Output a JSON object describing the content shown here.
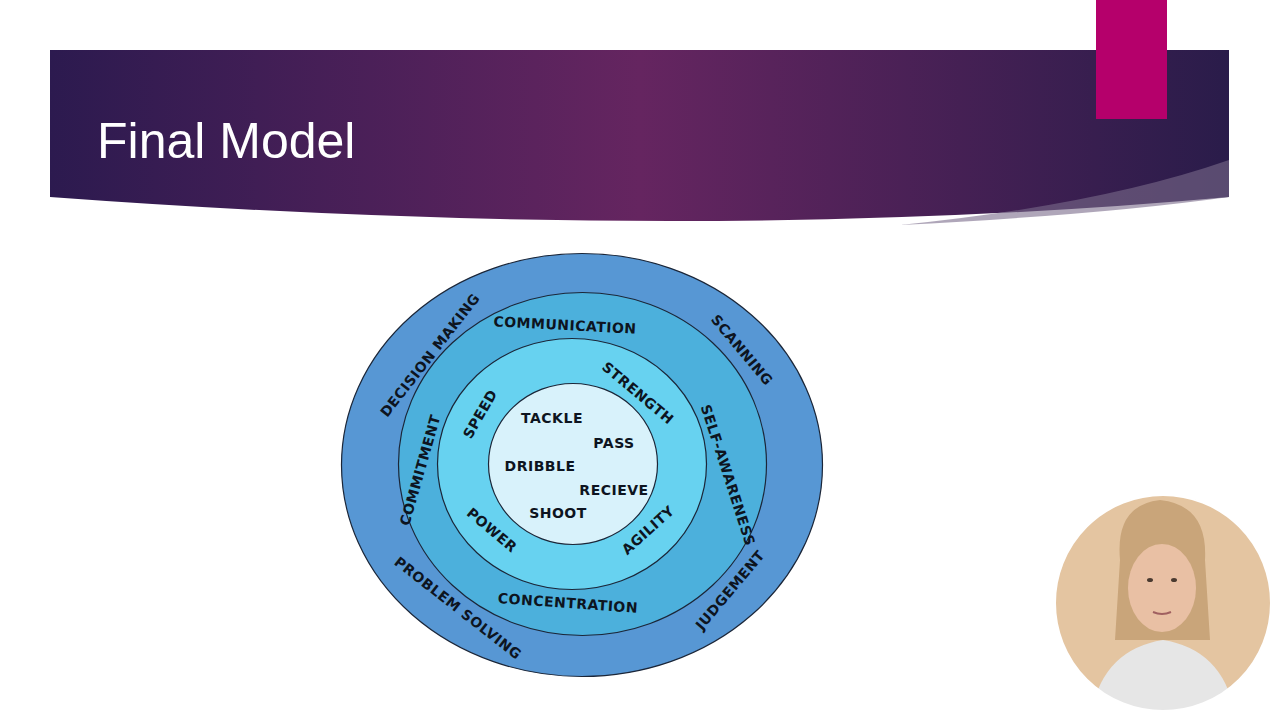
{
  "diagram": {
    "title": "Final Model",
    "nodes": [
      {
        "text": [
          "DECISION MAKING",
          "SCANNING",
          "PROBLEM SOLVING",
          "JUDGEMENT"
        ]
      },
      {
        "text": [
          "COMMUNICATION",
          "SELF-AWARENESS",
          "CONCENTRATION",
          "COMMITMENT"
        ],
        "in": 0
      },
      {
        "text": [
          "STRENGTH",
          "AGILITY",
          "POWER",
          "SPEED"
        ],
        "in": 1
      },
      {
        "text": [
          "TACKLE",
          "PASS",
          "DRIBBLE",
          "RECIEVE",
          "SHOOT"
        ],
        "in": 2
      }
    ]
  }
}
